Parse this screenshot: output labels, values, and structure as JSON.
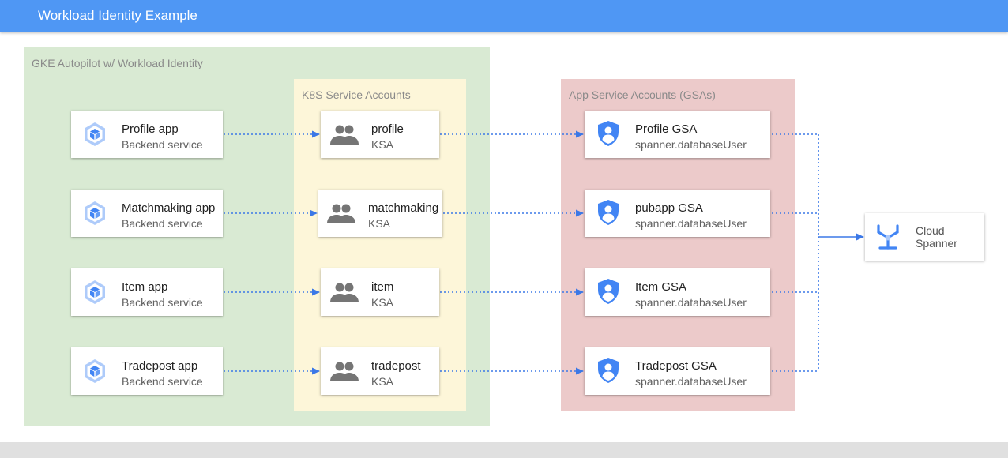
{
  "title": "Workload Identity Example",
  "colors": {
    "header": "#4f97f4",
    "gke_zone": "#d9ead3",
    "ksa_zone": "#fdf6d9",
    "gsa_zone": "#eccaca",
    "arrow": "#3b78e7",
    "icon_blue": "#4285f4",
    "icon_gray": "#757575"
  },
  "zones": {
    "gke": "GKE Autopilot w/ Workload Identity",
    "ksa": "K8S Service Accounts",
    "gsa": "App Service Accounts (GSAs)"
  },
  "rows": [
    {
      "app": {
        "name": "Profile app",
        "sub": "Backend service",
        "icon": "gke-hexagon-icon"
      },
      "ksa": {
        "name": "profile",
        "sub": "KSA",
        "icon": "people-icon"
      },
      "gsa": {
        "name": "Profile GSA",
        "sub": "spanner.databaseUser",
        "icon": "shield-user-icon"
      }
    },
    {
      "app": {
        "name": "Matchmaking app",
        "sub": "Backend service",
        "icon": "gke-hexagon-icon"
      },
      "ksa": {
        "name": "matchmaking",
        "sub": "KSA",
        "icon": "people-icon"
      },
      "gsa": {
        "name": "pubapp GSA",
        "sub": "spanner.databaseUser",
        "icon": "shield-user-icon"
      }
    },
    {
      "app": {
        "name": "Item app",
        "sub": "Backend service",
        "icon": "gke-hexagon-icon"
      },
      "ksa": {
        "name": "item",
        "sub": "KSA",
        "icon": "people-icon"
      },
      "gsa": {
        "name": "Item GSA",
        "sub": "spanner.databaseUser",
        "icon": "shield-user-icon"
      }
    },
    {
      "app": {
        "name": "Tradepost app",
        "sub": "Backend service",
        "icon": "gke-hexagon-icon"
      },
      "ksa": {
        "name": "tradepost",
        "sub": "KSA",
        "icon": "people-icon"
      },
      "gsa": {
        "name": "Tradepost GSA",
        "sub": "spanner.databaseUser",
        "icon": "shield-user-icon"
      }
    }
  ],
  "spanner": {
    "line1": "Cloud",
    "line2": "Spanner",
    "icon": "cloud-spanner-icon"
  }
}
